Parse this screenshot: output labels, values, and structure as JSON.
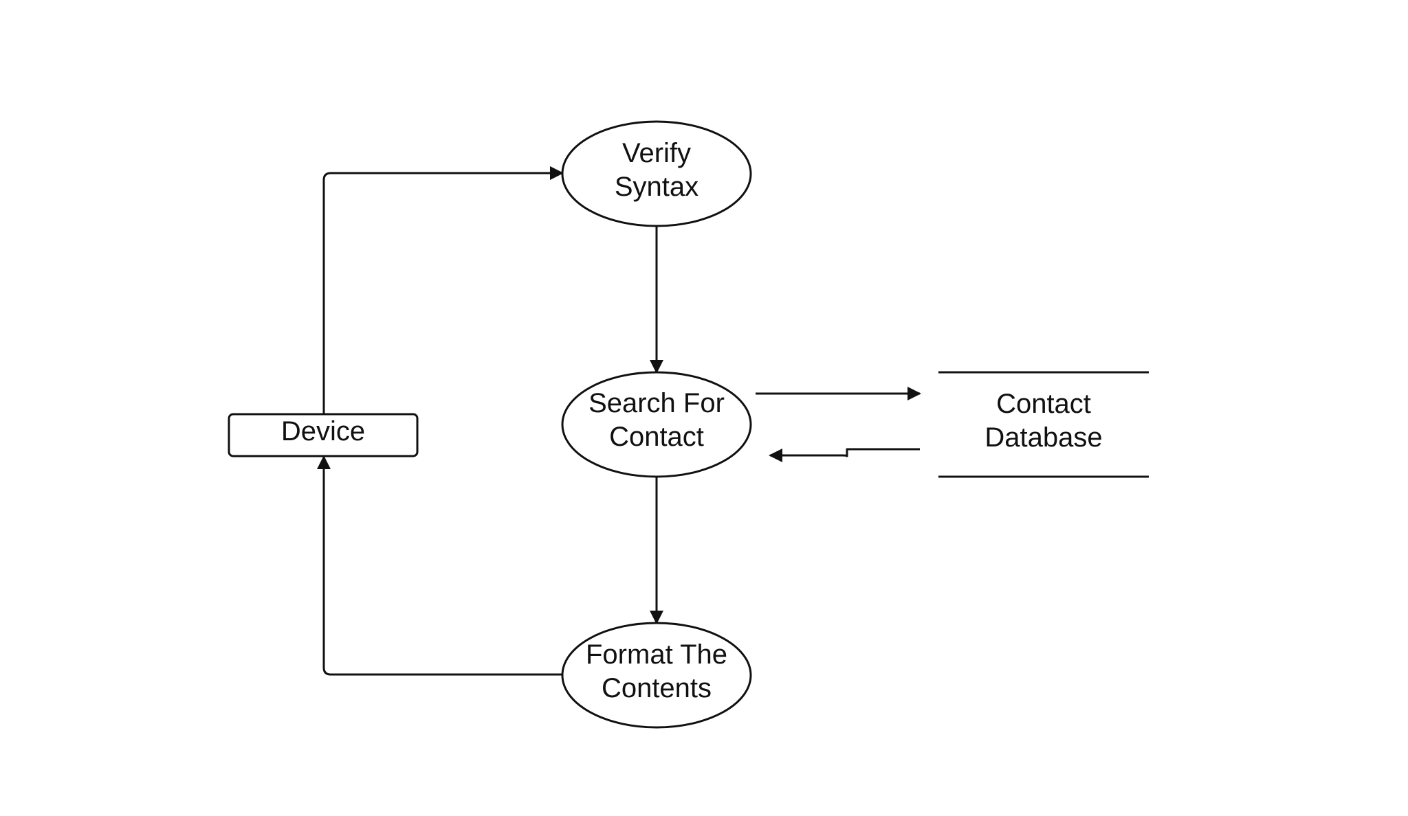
{
  "diagram": {
    "nodes": {
      "device": {
        "label": "Device"
      },
      "verify": {
        "line1": "Verify",
        "line2": "Syntax"
      },
      "search": {
        "line1": "Search For",
        "line2": "Contact"
      },
      "format": {
        "line1": "Format The",
        "line2": "Contents"
      },
      "database": {
        "line1": "Contact",
        "line2": "Database"
      }
    },
    "colors": {
      "stroke": "#111111",
      "background": "#ffffff"
    }
  }
}
